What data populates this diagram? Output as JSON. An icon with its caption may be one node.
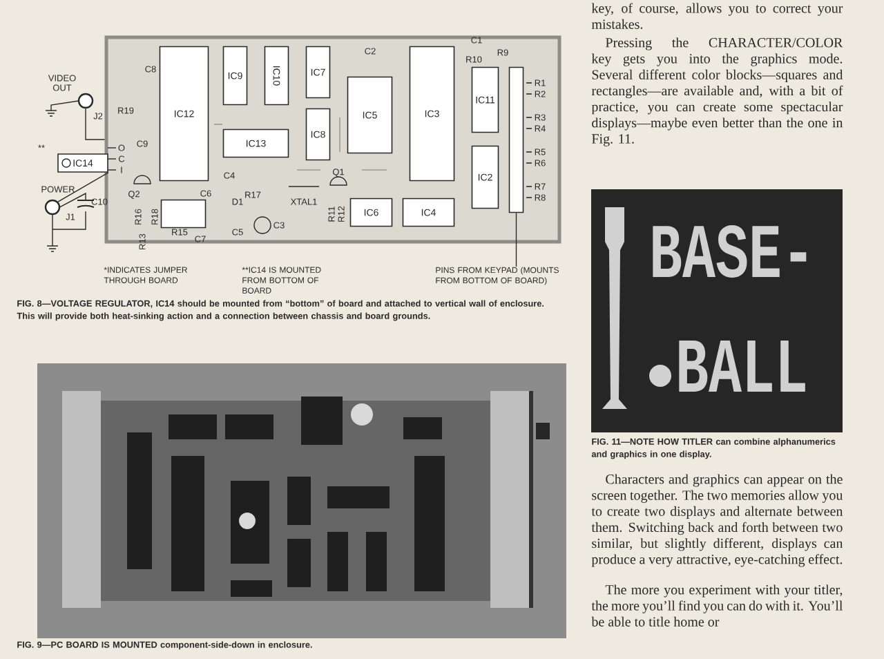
{
  "diagram": {
    "nodes": [
      {
        "text": [],
        "shape": "box"
      },
      {
        "text": [
          "IC12"
        ],
        "in": 0
      },
      {
        "text": [
          "IC9"
        ],
        "in": 0
      },
      {
        "text": [
          "IC10"
        ],
        "in": 0
      },
      {
        "text": [
          "IC7"
        ],
        "in": 0
      },
      {
        "text": [
          "IC5"
        ],
        "in": 0
      },
      {
        "text": [
          "IC3"
        ],
        "in": 0
      },
      {
        "text": [
          "IC11"
        ],
        "in": 0
      },
      {
        "text": [
          "IC13"
        ],
        "in": 0
      },
      {
        "text": [
          "IC8"
        ],
        "in": 0
      },
      {
        "text": [
          "IC2"
        ],
        "in": 0
      },
      {
        "text": [],
        "shape": "box",
        "in": 0
      },
      {
        "text": [
          "IC6"
        ],
        "in": 0
      },
      {
        "text": [
          "IC4"
        ],
        "in": 0
      },
      {
        "text": [],
        "shape": "bar",
        "in": 0
      },
      {
        "text": [
          "IC14"
        ]
      },
      {
        "text": [],
        "shape": "circle",
        "beside": [
          "J2"
        ]
      },
      {
        "text": [],
        "shape": "circle",
        "beside": [
          "J1"
        ]
      },
      {
        "text": [
          "PINS FROM KEYPAD (MOUNTS FROM BOTTOM OF BOARD)"
        ]
      },
      {
        "text": [
          "BASE-",
          "BALL"
        ]
      }
    ],
    "edges": [
      {
        "from": 16,
        "to": 0,
        "arrow": "none"
      },
      {
        "from": 17,
        "to": 15,
        "arrow": "none"
      },
      {
        "from": 18,
        "to": 14,
        "arrow": "none"
      }
    ],
    "labels": [
      "VIDEO OUT",
      "**",
      "POWER",
      "C8",
      "R19",
      "C9",
      "O",
      "C",
      "I",
      "C10",
      "Q2",
      "R16",
      "R18",
      "R13",
      "R15",
      "C7",
      "C6",
      "R17",
      "D1",
      "C5",
      "C3",
      "C4",
      "XTAL1",
      "Q1",
      "R11",
      "R12",
      "C2",
      "C1",
      "R10",
      "R9",
      "R1",
      "R2",
      "R3",
      "R4",
      "R5",
      "R6",
      "R7",
      "R8",
      "*INDICATES JUMPER THROUGH BOARD",
      "**IC14 IS MOUNTED FROM BOTTOM OF BOARD",
      "FIG. 8—VOLTAGE REGULATOR, IC14 should be mounted from “bottom” of board and attached to vertical wall of enclosure. This will provide both heat-sinking action and a connection between chassis and board grounds.",
      "FIG. 9—PC BOARD IS MOUNTED component-side-down in enclosure.",
      "key, of course, allows you to correct your mistakes.",
      "Pressing the CHARACTER/COLOR key gets you into the graphics mode. Several different color blocks—squares and rectangles—are available and, with a bit of practice, you can create some spectacular displays—maybe even better than the one in Fig. 11.",
      "FIG. 11—NOTE HOW TITLER can combine alphanumerics and graphics in one display.",
      "Characters and graphics can appear on the screen together. The two memories allow you to create two displays and alternate between them. Switching back and forth between two similar, but slightly different, displays can produce a very attractive, eye-catching effect.",
      "The more you experiment with your titler, the more you’ll find you can do with it. You’ll be able to title home or"
    ]
  }
}
